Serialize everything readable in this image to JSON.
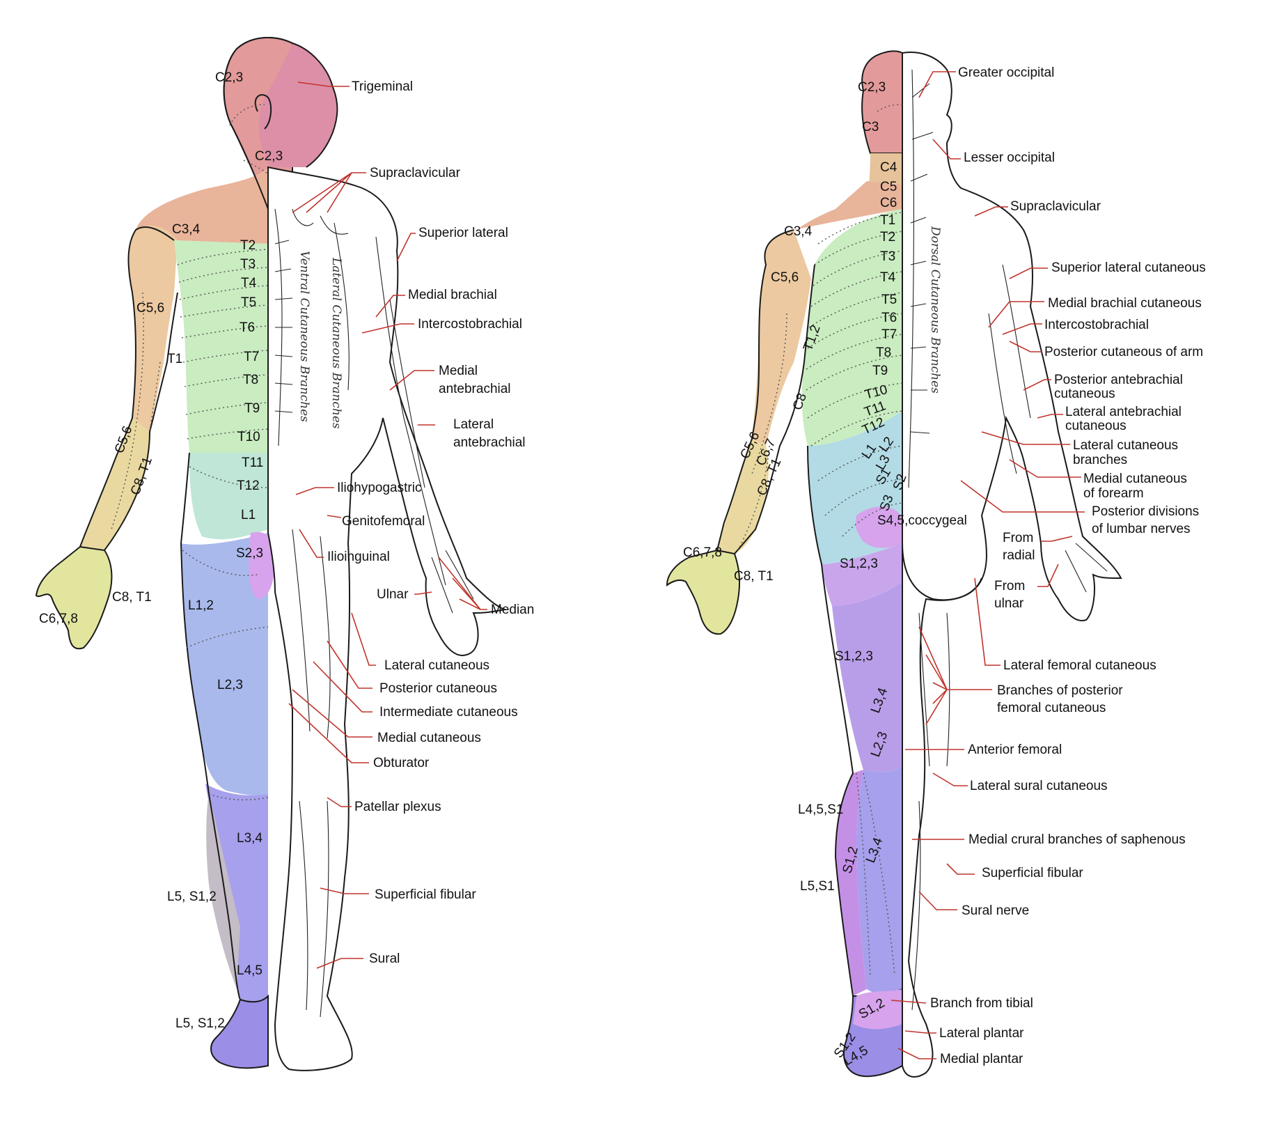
{
  "anterior": {
    "vertical_text": [
      "Ventral Cutaneous Branches",
      "Lateral Cutaneous Branches"
    ],
    "segments": [
      "C2,3",
      "C2,3",
      "C3,4",
      "T2",
      "T3",
      "T4",
      "T5",
      "C5,6",
      "T6",
      "T1",
      "T7",
      "T8",
      "T9",
      "C5,6",
      "T10",
      "T11",
      "C8, T1",
      "T12",
      "L1",
      "S2,3",
      "C8, T1",
      "L1,2",
      "C6,7,8",
      "L2,3",
      "L3,4",
      "L5, S1,2",
      "L4,5",
      "L5, S1,2"
    ],
    "nerves": [
      "Trigeminal",
      "Supraclavicular",
      "Superior lateral",
      "Medial brachial",
      "Intercostobrachial",
      "Medial",
      "antebrachial",
      "Lateral",
      "antebrachial",
      "Iliohypogastric",
      "Genitofemoral",
      "Ilioinguinal",
      "Ulnar",
      "Median",
      "Lateral cutaneous",
      "Posterior cutaneous",
      "Intermediate cutaneous",
      "Medial cutaneous",
      "Obturator",
      "Patellar plexus",
      "Superficial fibular",
      "Sural"
    ]
  },
  "posterior": {
    "vertical_text": [
      "Dorsal Cutaneous Branches"
    ],
    "segments": [
      "C2,3",
      "C3",
      "C4",
      "C5",
      "C6",
      "T1",
      "C3,4",
      "T2",
      "T3",
      "C5,6",
      "T4",
      "T5",
      "T6",
      "T1,2",
      "T7",
      "T8",
      "T9",
      "C8",
      "T10",
      "T11",
      "T12",
      "C5,6",
      "C6,7",
      "L1",
      "L2",
      "C8, T1",
      "L3",
      "S1",
      "S2",
      "S3",
      "S4,5,coccygeal",
      "C6,7,8",
      "S1,2,3",
      "C8, T1",
      "S1,2,3",
      "L3,4",
      "L2,3",
      "L4,5,S1",
      "S1,2",
      "L3,4",
      "L5,S1",
      "S1,2",
      "S1,2",
      "L4,5"
    ],
    "nerves": [
      "Greater occipital",
      "Lesser occipital",
      "Supraclavicular",
      "Superior lateral cutaneous",
      "Medial brachial cutaneous",
      "Intercostobrachial",
      "Posterior cutaneous of arm",
      "Posterior antebrachial",
      "cutaneous",
      "Lateral antebrachial",
      "cutaneous",
      "Lateral cutaneous",
      "branches",
      "Medial cutaneous",
      "of forearm",
      "Posterior divisions",
      "of lumbar nerves",
      "From",
      "radial",
      "From",
      "ulnar",
      "Lateral femoral cutaneous",
      "Branches of posterior",
      "femoral cutaneous",
      "Anterior femoral",
      "Lateral sural cutaneous",
      "Medial crural branches of saphenous",
      "Superficial fibular",
      "Sural nerve",
      "Branch from tibial",
      "Lateral plantar",
      "Medial plantar"
    ]
  },
  "colors": {
    "head": "#e39a9a",
    "face": "#dd8fa8",
    "neck_shoulder": "#e8b49a",
    "arm_c5": "#ecc9a0",
    "forearm": "#e9d9a0",
    "hand": "#e2e59e",
    "thorax": "#c9ecc0",
    "abdomen": "#bfe6d6",
    "lumbar": "#b2dbe6",
    "thigh": "#a9b9ec",
    "leg": "#a7a0ec",
    "foot": "#9a8ee6",
    "sacral": "#d6a3ec",
    "gray": "#c4bcc6",
    "leader": "#c0332b"
  }
}
